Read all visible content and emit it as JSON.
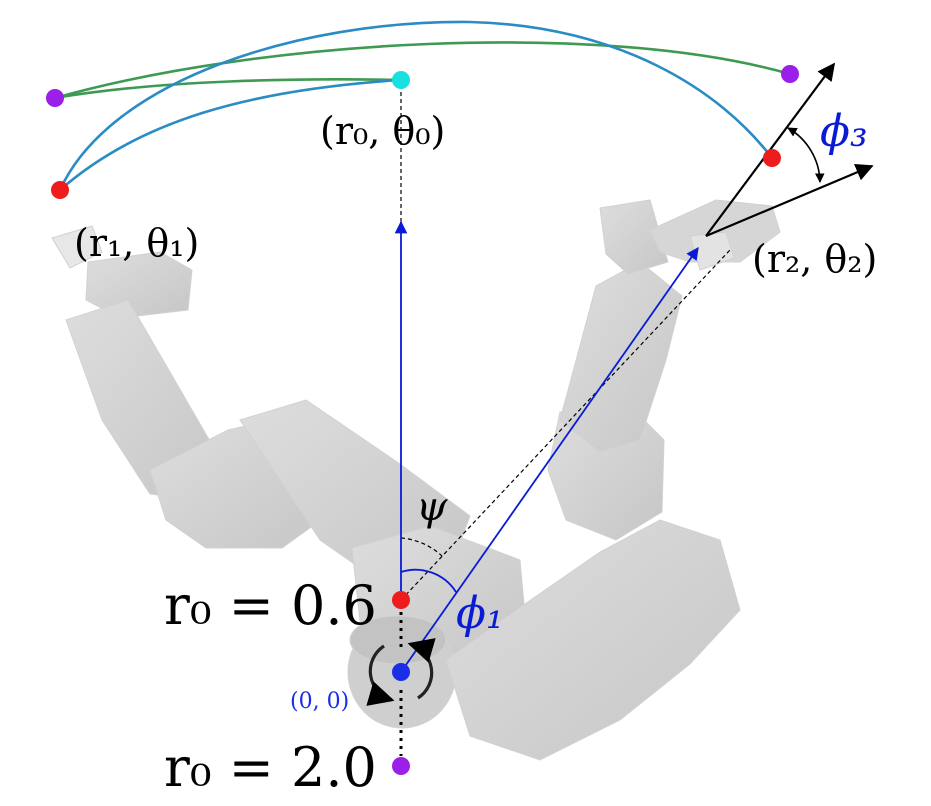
{
  "labels": {
    "r0_theta0": "(r₀, θ₀)",
    "r1_theta1": "(r₁, θ₁)",
    "r2_theta2": "(r₂, θ₂)",
    "psi": "ψ",
    "phi1": "ϕ₁",
    "phi3": "ϕ₃",
    "origin": "(0, 0)",
    "r0_near": "r₀ = 0.6",
    "r0_far": "r₀ = 2.0"
  },
  "colors": {
    "blue_vector": "#0a1bd6",
    "blue_curve": "#2b8cc4",
    "green_curve": "#3e9a52",
    "red_point": "#ee1c1c",
    "purple_point": "#9b1fe8",
    "cyan_point": "#19e0e0",
    "origin_point": "#1a2ee8",
    "robot_gray": "#d8d8d8"
  }
}
